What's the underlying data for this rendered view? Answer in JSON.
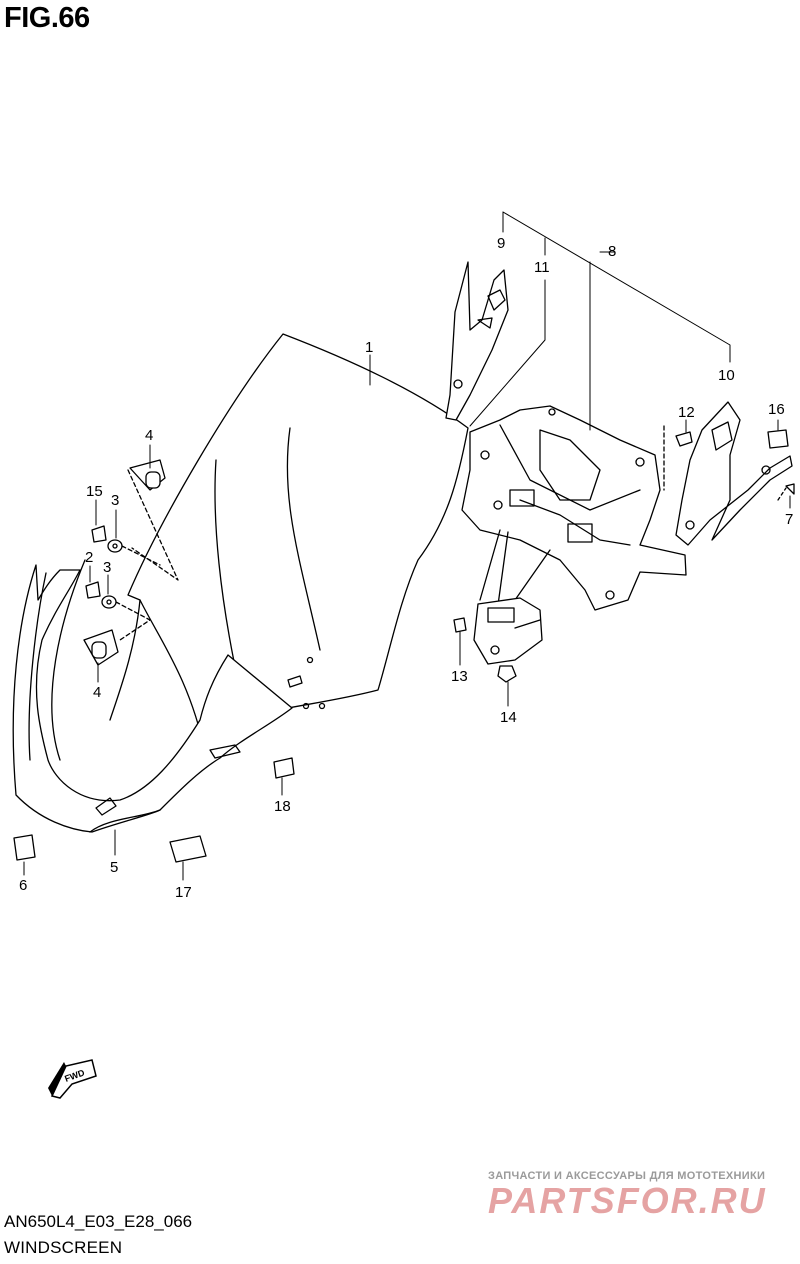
{
  "figure": {
    "title": "FIG.66"
  },
  "callouts": [
    {
      "id": "1",
      "text": "1"
    },
    {
      "id": "2",
      "text": "2"
    },
    {
      "id": "3a",
      "text": "3"
    },
    {
      "id": "3b",
      "text": "3"
    },
    {
      "id": "4a",
      "text": "4"
    },
    {
      "id": "4b",
      "text": "4"
    },
    {
      "id": "5",
      "text": "5"
    },
    {
      "id": "6",
      "text": "6"
    },
    {
      "id": "7",
      "text": "7"
    },
    {
      "id": "8",
      "text": "8"
    },
    {
      "id": "9",
      "text": "9"
    },
    {
      "id": "10",
      "text": "10"
    },
    {
      "id": "11",
      "text": "11"
    },
    {
      "id": "12",
      "text": "12"
    },
    {
      "id": "13",
      "text": "13"
    },
    {
      "id": "14",
      "text": "14"
    },
    {
      "id": "15",
      "text": "15"
    },
    {
      "id": "16",
      "text": "16"
    },
    {
      "id": "17",
      "text": "17"
    },
    {
      "id": "18",
      "text": "18"
    }
  ],
  "fwd_label": "FWD",
  "footer": {
    "code": "AN650L4_E03_E28_066",
    "caption": "WINDSCREEN"
  },
  "watermark": {
    "tagline": "ЗАПЧАСТИ И АКСЕССУАРЫ ДЛЯ МОТОТЕХНИКИ",
    "logo": "PARTSFOR.RU"
  }
}
